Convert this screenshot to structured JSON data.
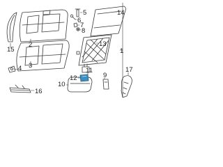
{
  "colors": {
    "line": "#3a3a3a",
    "highlight": "#3d8fbf",
    "background": "#ffffff"
  },
  "callouts": {
    "c1": "1",
    "c2": "2",
    "c3": "3",
    "c4": "4",
    "c5": "5",
    "c6": "6",
    "c7": "7",
    "c8": "8",
    "c9": "9",
    "c10": "10",
    "c11": "11",
    "c12": "12",
    "c13": "13",
    "c14": "14",
    "c15": "15",
    "c16": "16",
    "c17": "17"
  }
}
